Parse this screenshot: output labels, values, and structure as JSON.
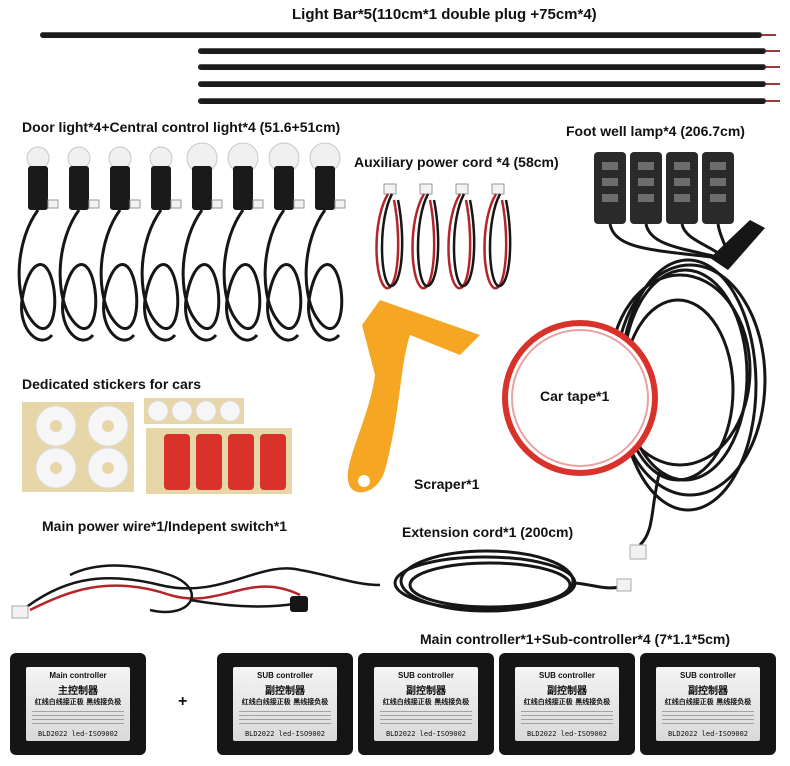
{
  "labels": {
    "light_bar": "Light Bar*5(110cm*1 double plug +75cm*4)",
    "door_light": "Door light*4+Central control light*4 (51.6+51cm)",
    "aux_power": "Auxiliary power cord *4 (58cm)",
    "foot_well": "Foot well lamp*4 (206.7cm)",
    "stickers": "Dedicated stickers for cars",
    "car_tape": "Car tape*1",
    "scraper": "Scraper*1",
    "main_power": "Main power wire*1/Indepent switch*1",
    "extension": "Extension cord*1 (200cm)",
    "controllers": "Main controller*1+Sub-controller*4 (7*1.1*5cm)",
    "plus": "+"
  },
  "controllers": [
    {
      "title": "Main controller",
      "cn": "主控制器",
      "cn2": "红线白线接正极 黑线接负极",
      "model": "BLD2022 led-ISO9002"
    },
    {
      "title": "SUB controller",
      "cn": "副控制器",
      "cn2": "红线白线接正极 黑线接负极",
      "model": "BLD2022 led-ISO9002"
    },
    {
      "title": "SUB controller",
      "cn": "副控制器",
      "cn2": "红线白线接正极 黑线接负极",
      "model": "BLD2022 led-ISO9002"
    },
    {
      "title": "SUB controller",
      "cn": "副控制器",
      "cn2": "红线白线接正极 黑线接负极",
      "model": "BLD2022 led-ISO9002"
    },
    {
      "title": "SUB controller",
      "cn": "副控制器",
      "cn2": "红线白线接正极 黑线接负极",
      "model": "BLD2022 led-ISO9002"
    }
  ],
  "colors": {
    "tape_red": "#d8322b",
    "scraper_orange": "#f5a623",
    "cable_black": "#161616",
    "sticker_beige": "#e7d7a8"
  }
}
